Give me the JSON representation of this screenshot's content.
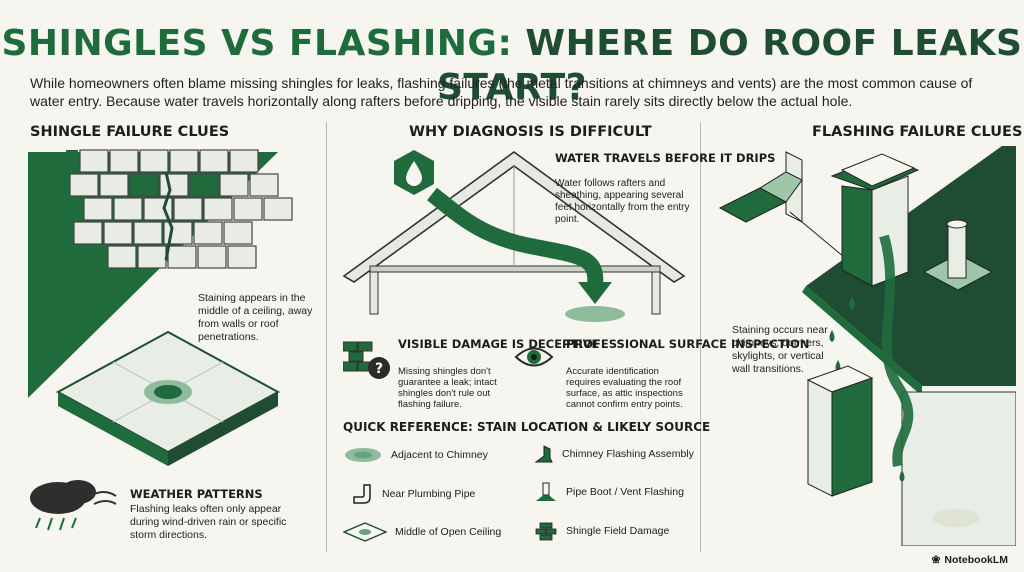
{
  "header": {
    "title_part1": "Shingles vs Flashing:",
    "title_part2": "Where Do Roof Leaks Start?",
    "intro": "While homeowners often blame missing shingles for leaks, flashing failures (the metal transitions at chimneys and vents) are the most common cause of water entry. Because water travels horizontally along rafters before dripping, the visible stain rarely sits directly below the actual hole."
  },
  "left": {
    "heading": "Shingle Failure Clues",
    "stain_note": "Staining appears in the middle of a ceiling, away from walls or roof penetrations.",
    "weather_title": "Weather Patterns",
    "weather_text": "Flashing leaks often only appear during wind-driven rain or specific storm directions.",
    "icons": [
      "shingle-grid-icon",
      "ceiling-stain-icon",
      "storm-cloud-icon"
    ]
  },
  "middle": {
    "heading": "Why Diagnosis is Difficult",
    "travel_title": "Water Travels Before It Drips",
    "travel_text": "Water follows rafters and sheathing, appearing several feet horizontally from the entry point.",
    "damage_title": "Visible Damage is Deceptive",
    "damage_text": "Missing shingles don't guarantee a leak; intact shingles don't rule out flashing failure.",
    "inspect_title": "Professional Surface Inspection",
    "inspect_text": "Accurate identification requires evaluating the roof surface, as attic inspections cannot confirm entry points.",
    "icons": [
      "water-drop-icon",
      "roof-truss-icon",
      "shingle-question-icon",
      "eye-icon"
    ]
  },
  "reference": {
    "title": "Quick Reference: Stain Location & Likely Source",
    "items": [
      {
        "label": "Adjacent to Chimney",
        "icon": "stain-icon"
      },
      {
        "label": "Chimney Flashing Assembly",
        "icon": "chimney-flashing-icon"
      },
      {
        "label": "Near Plumbing Pipe",
        "icon": "pipe-icon"
      },
      {
        "label": "Pipe Boot / Vent Flashing",
        "icon": "pipe-boot-icon"
      },
      {
        "label": "Middle of Open Ceiling",
        "icon": "ceiling-panel-icon"
      },
      {
        "label": "Shingle Field Damage",
        "icon": "shingle-stack-icon"
      }
    ]
  },
  "right": {
    "heading": "Flashing Failure Clues",
    "note": "Staining occurs near chimneys, dormers, skylights, or vertical wall transitions.",
    "icons": [
      "step-flashing-icon",
      "chimney-icon",
      "vent-pipe-icon"
    ]
  },
  "brand": {
    "name": "NotebookLM"
  },
  "colors": {
    "accent": "#1f6b3c",
    "dark_green": "#1f4d33",
    "light_green": "#dfece3",
    "background": "#f6f5ef"
  }
}
